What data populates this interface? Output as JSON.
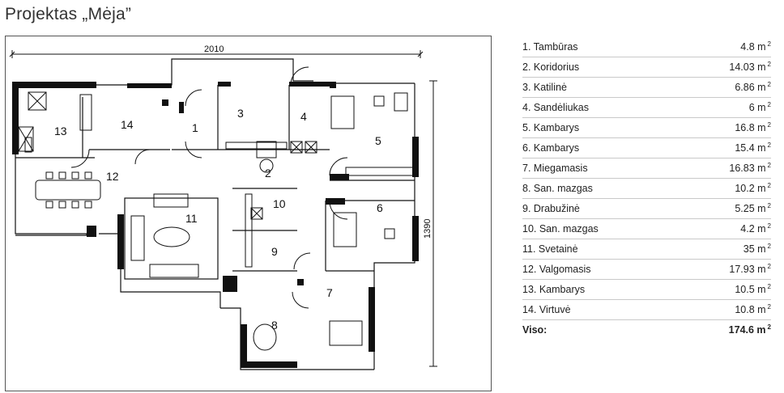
{
  "page": {
    "title": "Projektas „Mėja”"
  },
  "plan": {
    "width_dimension": "2010",
    "height_dimension": "1390",
    "room_labels": [
      "1",
      "2",
      "3",
      "4",
      "5",
      "6",
      "7",
      "8",
      "9",
      "10",
      "11",
      "12",
      "13",
      "14"
    ]
  },
  "rooms": [
    {
      "name": "1. Tambūras",
      "area": "4.8 m",
      "unit_sup": "2"
    },
    {
      "name": "2. Koridorius",
      "area": "14.03 m",
      "unit_sup": "2"
    },
    {
      "name": "3. Katilinė",
      "area": "6.86 m",
      "unit_sup": "2"
    },
    {
      "name": "4. Sandėliukas",
      "area": "6 m",
      "unit_sup": "2"
    },
    {
      "name": "5. Kambarys",
      "area": "16.8 m",
      "unit_sup": "2"
    },
    {
      "name": "6. Kambarys",
      "area": "15.4 m",
      "unit_sup": "2"
    },
    {
      "name": "7. Miegamasis",
      "area": "16.83 m",
      "unit_sup": "2"
    },
    {
      "name": "8. San. mazgas",
      "area": "10.2 m",
      "unit_sup": "2"
    },
    {
      "name": "9. Drabužinė",
      "area": "5.25 m",
      "unit_sup": "2"
    },
    {
      "name": "10. San. mazgas",
      "area": "4.2 m",
      "unit_sup": "2"
    },
    {
      "name": "11. Svetainė",
      "area": "35 m",
      "unit_sup": "2"
    },
    {
      "name": "12. Valgomasis",
      "area": "17.93 m",
      "unit_sup": "2"
    },
    {
      "name": "13. Kambarys",
      "area": "10.5 m",
      "unit_sup": "2"
    },
    {
      "name": "14. Virtuvė",
      "area": "10.8 m",
      "unit_sup": "2"
    }
  ],
  "total": {
    "name": "Viso:",
    "area": "174.6 m",
    "unit_sup": "2"
  }
}
